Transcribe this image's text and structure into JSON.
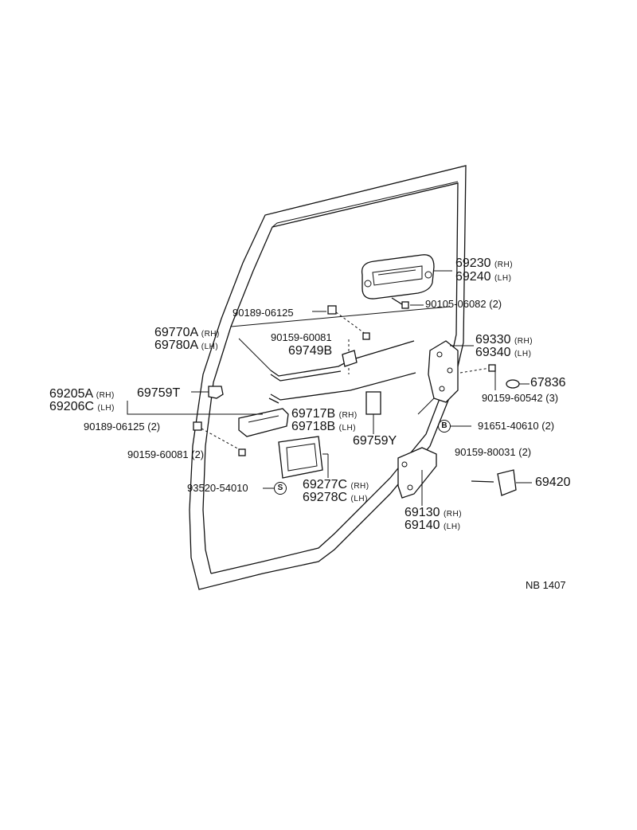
{
  "labels": {
    "p69230": "69230",
    "p69230_sfx": "(RH)",
    "p69240": "69240",
    "p69240_sfx": "(LH)",
    "p90105": "90105-06082 (2)",
    "p90189a": "90189-06125",
    "p90159a": "90159-60081",
    "p69749": "69749B",
    "p69770": "69770A",
    "p69770_sfx": "(RH)",
    "p69780": "69780A",
    "p69780_sfx": "(LH)",
    "p69330": "69330",
    "p69330_sfx": "(RH)",
    "p69340": "69340",
    "p69340_sfx": "(LH)",
    "p67836": "67836",
    "p90159b": "90159-60542 (3)",
    "p69205": "69205A",
    "p69205_sfx": "(RH)",
    "p69206": "69206C",
    "p69206_sfx": "(LH)",
    "p69759t": "69759T",
    "p69717": "69717B",
    "p69717_sfx": "(RH)",
    "p69718": "69718B",
    "p69718_sfx": "(LH)",
    "p69759y": "69759Y",
    "p91651": "91651-40610 (2)",
    "p90189b": "90189-06125 (2)",
    "p90159c": "90159-60081 (2)",
    "p90159d": "90159-80031 (2)",
    "p69420": "69420",
    "p93520": "93520-54010",
    "p69277": "69277C",
    "p69277_sfx": "(RH)",
    "p69278": "69278C",
    "p69278_sfx": "(LH)",
    "p69130": "69130",
    "p69130_sfx": "(RH)",
    "p69140": "69140",
    "p69140_sfx": "(LH)",
    "code": "NB  1407"
  },
  "markers": {
    "bolt_b": "B",
    "screw_s": "S"
  }
}
